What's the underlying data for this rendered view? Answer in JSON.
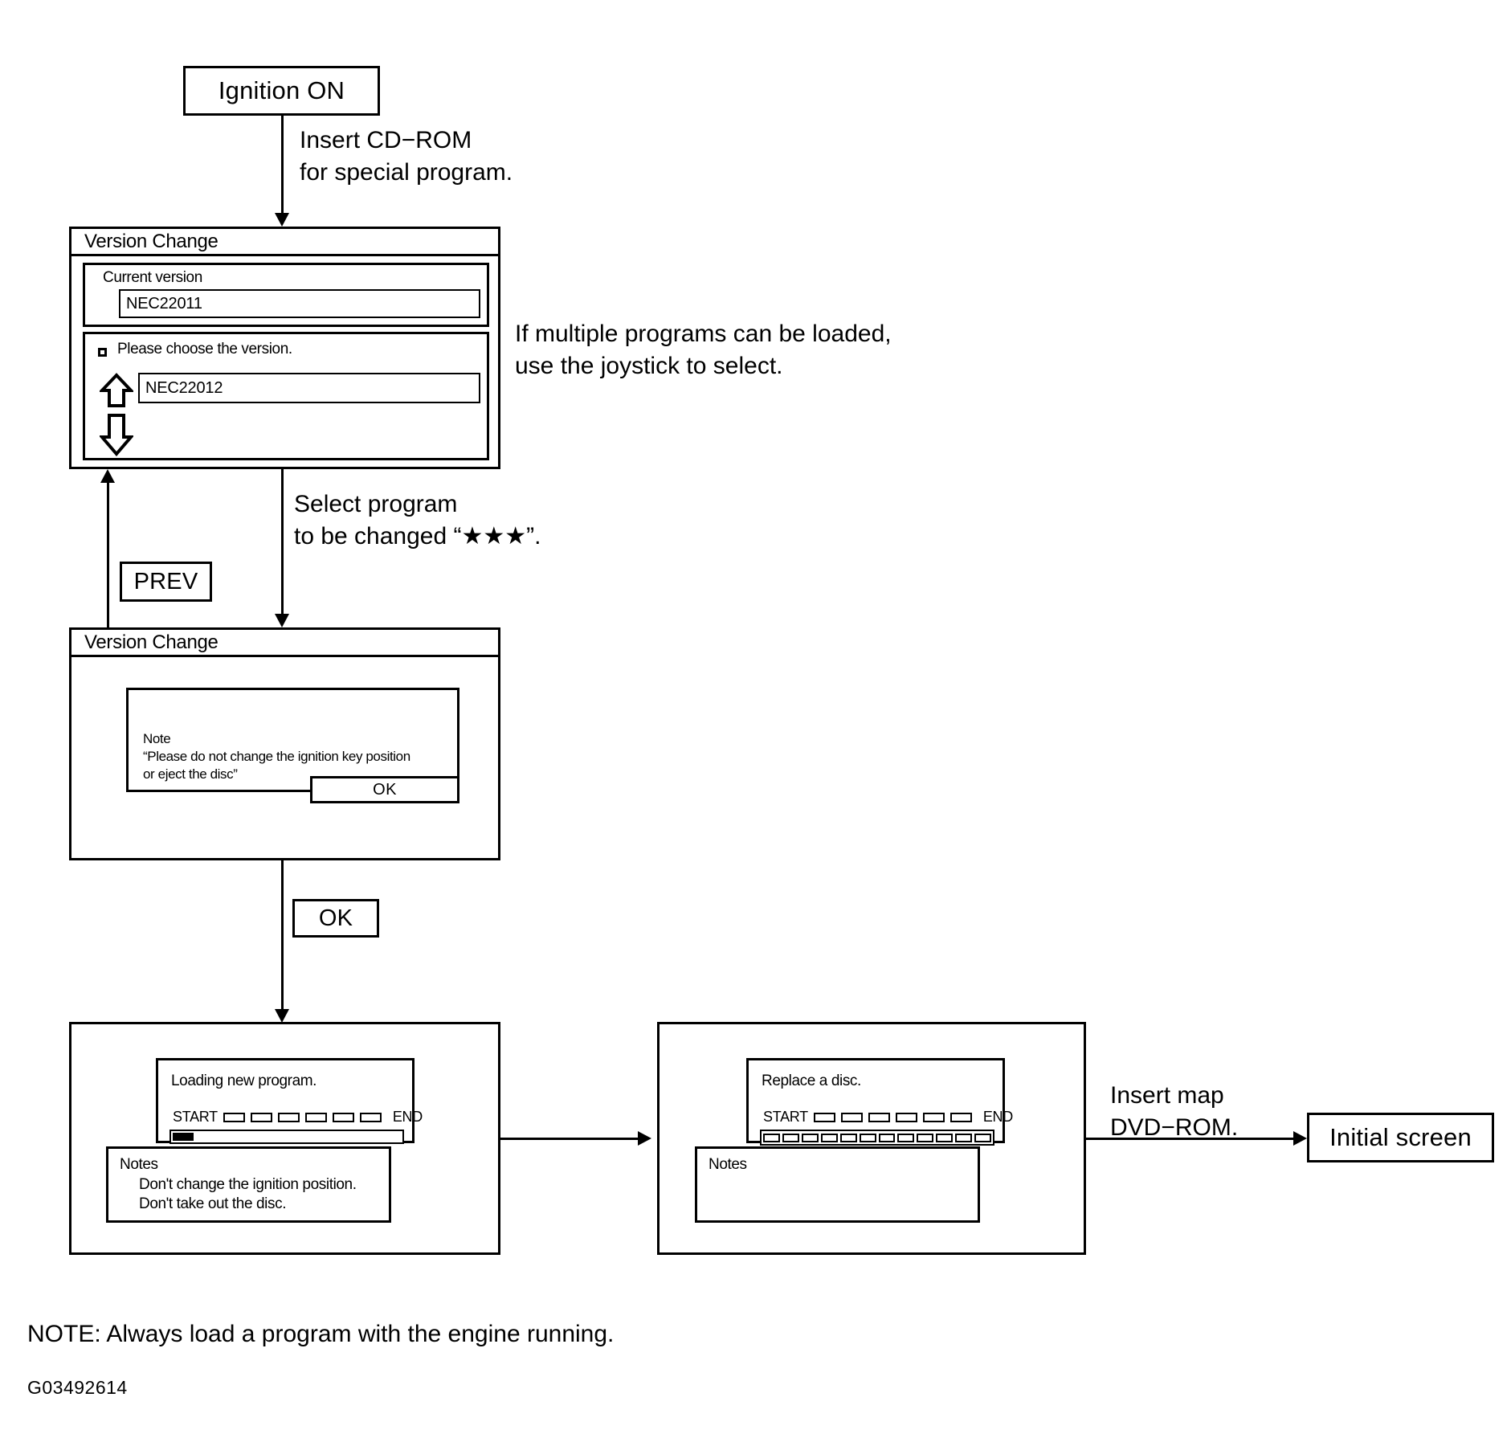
{
  "diagram": {
    "title": "Version Change program loading flow",
    "footer_note": "NOTE: Always load a program with the engine running.",
    "footer_code": "G03492614"
  },
  "nodes": {
    "ignition": {
      "label": "Ignition ON"
    },
    "prev_button": {
      "label": "PREV"
    },
    "ok_step_button": {
      "label": "OK"
    },
    "initial_screen": {
      "label": "Initial screen"
    }
  },
  "edge_labels": {
    "insert_cdrom": "Insert CD−ROM\nfor special program.",
    "multiple_programs": "If multiple programs can be loaded,\nuse the joystick to select.",
    "select_program": "Select program\nto be changed “★★★”.",
    "insert_map_dvd": "Insert map\nDVD−ROM."
  },
  "screen_version_select": {
    "title": "Version Change",
    "current_version_label": "Current version",
    "current_version_value": "NEC22011",
    "choose_prompt": "Please choose the version.",
    "candidate_value": "NEC22012",
    "scroll_up_icon": "arrow-up-icon",
    "scroll_down_icon": "arrow-down-icon"
  },
  "screen_version_note": {
    "title": "Version Change",
    "note_heading": "Note",
    "note_line1": "“Please do not change the ignition key position",
    "note_line2": "or eject the disc”",
    "ok_label": "OK"
  },
  "screen_loading": {
    "message": "Loading new program.",
    "progress_start_label": "START",
    "progress_end_label": "END",
    "progress_segments": 6,
    "progress_percent": 5,
    "notes_heading": "Notes",
    "notes_line1": "Don't change the ignition position.",
    "notes_line2": "Don't take out the disc."
  },
  "screen_replace": {
    "message": "Replace a disc.",
    "progress_start_label": "START",
    "progress_end_label": "END",
    "progress_segments": 6,
    "progress_percent": 100,
    "progress_tick_count": 12,
    "notes_heading": "Notes"
  },
  "colors": {
    "ink": "#000000",
    "paper": "#ffffff"
  }
}
